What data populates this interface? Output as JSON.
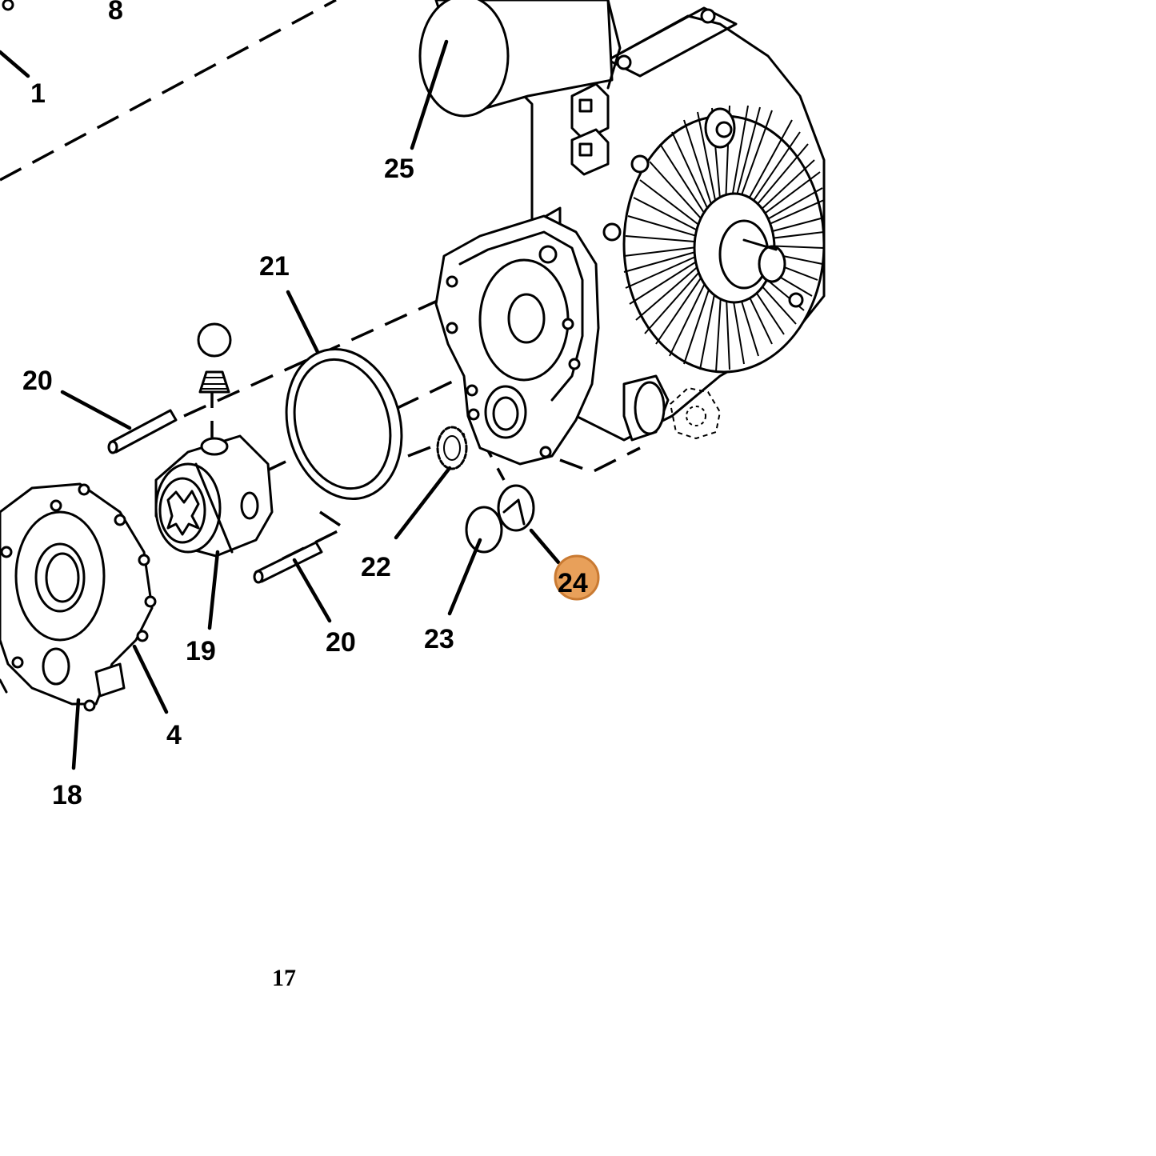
{
  "diagram": {
    "callouts": [
      {
        "id": "c8",
        "label": "8"
      },
      {
        "id": "c1",
        "label": "1"
      },
      {
        "id": "c25",
        "label": "25"
      },
      {
        "id": "c21",
        "label": "21"
      },
      {
        "id": "c20a",
        "label": "20"
      },
      {
        "id": "c22",
        "label": "22"
      },
      {
        "id": "c20b",
        "label": "20"
      },
      {
        "id": "c19",
        "label": "19"
      },
      {
        "id": "c23",
        "label": "23"
      },
      {
        "id": "c24",
        "label": "24"
      },
      {
        "id": "c4",
        "label": "4"
      },
      {
        "id": "c18",
        "label": "18"
      }
    ],
    "page_number": "17",
    "highlight_color": "#e8a05a"
  }
}
